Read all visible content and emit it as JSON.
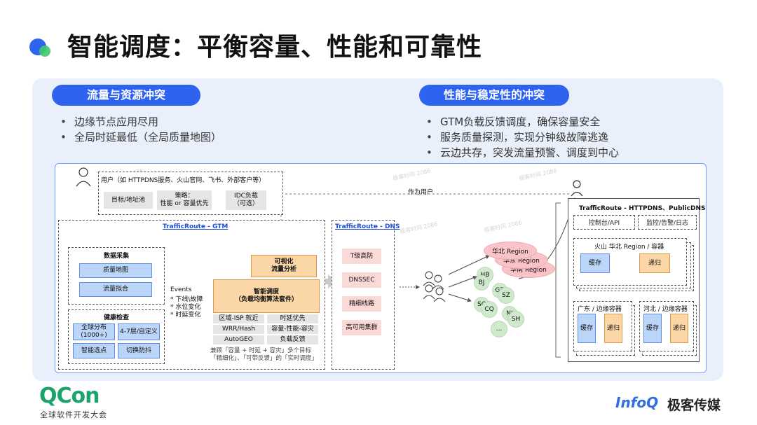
{
  "title": "智能调度：平衡容量、性能和可靠性",
  "left_section": {
    "heading": "流量与资源冲突",
    "bullets": [
      "边缘节点应用尽用",
      "全局时延最低（全局质量地图）"
    ]
  },
  "right_section": {
    "heading": "性能与稳定性的冲突",
    "bullets": [
      "GTM负载反馈调度，确保容量安全",
      "服务质量探测，实现分钟级故障逃逸",
      "云边共存，突发流量预警、调度到中心"
    ]
  },
  "diagram": {
    "users_label": "用户（如 HTTPDNS服务、火山官网、飞书、外部客户等）",
    "target_pool": "目标/地址池",
    "strategy": "策略：\n性能 or 容量优先",
    "idc_load": "IDC负载\n（可选）",
    "as_user": "作为用户",
    "gtm": {
      "title": "TrafficRoute - GTM",
      "data_collect": "数据采集",
      "quality_map": "质量地图",
      "traffic_fit": "流量拟合",
      "health_check": "健康检查",
      "global_dist": "全球分布\n(1000+)",
      "layer": "4-7层/自定义",
      "smart_probe": "智能选点",
      "anti_jitter": "切换防抖",
      "events_title": "Events",
      "events": [
        "* 下线\\故障",
        "* 水位变化",
        "* 时延变化"
      ],
      "visual": "可视化\n流量分析",
      "smart_sched": "智能调度\n（负载均衡算法套件）",
      "algos": [
        "区域-ISP 就近",
        "时延优先",
        "WRR/Hash",
        "容量-性能-容灾",
        "AutoGEO",
        "负载反馈"
      ],
      "note": "兼顾「容量 + 时延 + 容灾」多个目标\n「精细化」、「可带反馈」的「实时调度」"
    },
    "dns": {
      "title": "TrafficRoute - DNS",
      "items": [
        "T级高防",
        "DNSSEC",
        "精细线路",
        "高可用集群"
      ]
    },
    "regions": [
      "华北 Region",
      "华东 Region",
      "华南 Region"
    ],
    "nodes": [
      "HB",
      "BJ",
      "GZ",
      "SZ",
      "SC",
      "CQ",
      "NJ",
      "SH",
      "..."
    ],
    "right_panel": {
      "title": "TrafficRoute - HTTPDNS、PublicDNS",
      "console": "控制台/API",
      "monitor": "监控/告警/日志",
      "region_title": "火山 华北 Region / 容器",
      "cache": "缓存",
      "recursive": "递归",
      "gd_title": "广东 / 边缘容器",
      "hb_title": "河北 / 边缘容器"
    },
    "watermark": "极客时间 2086"
  },
  "footer": {
    "qcon": "QCon",
    "qcon_sub": "全球软件开发大会",
    "infoq": "InfoQ",
    "infoq_cn": "极客传媒"
  },
  "colors": {
    "accent_blue": "#2e63f0",
    "qcon_green": "#1aa36a",
    "infoq_blue": "#2f6fe0"
  }
}
